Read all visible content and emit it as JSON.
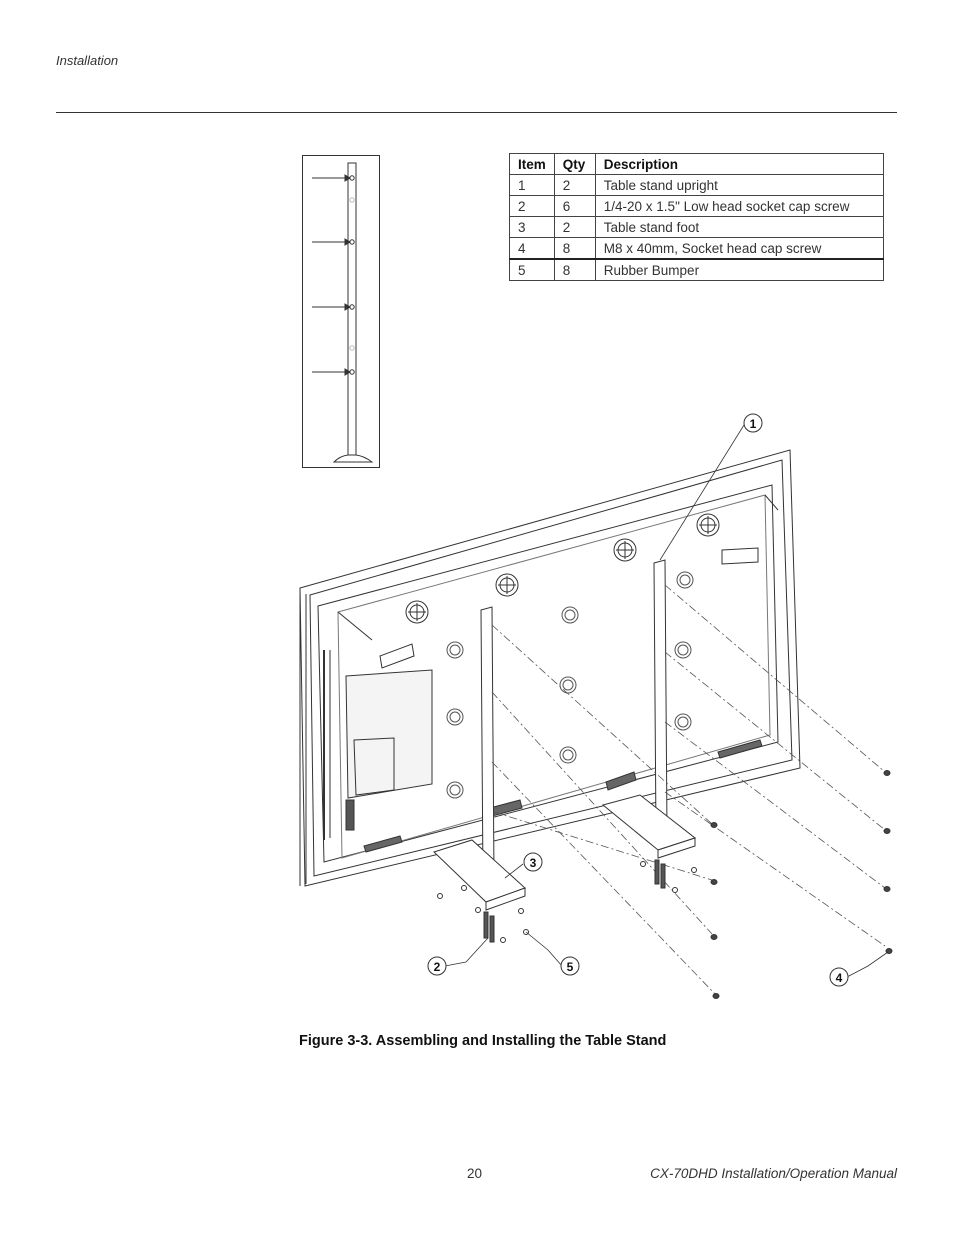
{
  "header": {
    "section_label": "Installation"
  },
  "parts_table": {
    "columns": [
      "Item",
      "Qty",
      "Description"
    ],
    "rows": [
      [
        "1",
        "2",
        "Table stand upright"
      ],
      [
        "2",
        "6",
        "1/4-20 x 1.5\" Low head socket cap screw"
      ],
      [
        "3",
        "2",
        "Table stand foot"
      ],
      [
        "4",
        "8",
        "M8 x 40mm, Socket head cap screw"
      ],
      [
        "5",
        "8",
        "Rubber Bumper"
      ]
    ]
  },
  "figure": {
    "callouts": [
      "1",
      "3",
      "2",
      "5",
      "4"
    ],
    "caption": "Figure 3-3. Assembling and Installing the Table Stand"
  },
  "footer": {
    "page_number": "20",
    "manual_title": "CX-70DHD Installation/Operation Manual"
  }
}
